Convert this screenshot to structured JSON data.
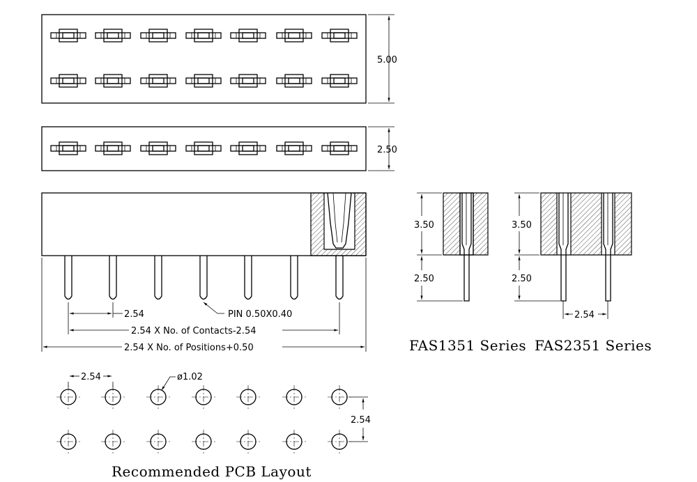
{
  "top_view": {
    "height_dim": "5.00",
    "pins_per_row": 7
  },
  "single_view": {
    "height_dim": "2.50",
    "pins_per_row": 7
  },
  "side_view": {
    "pitch_dim": "2.54",
    "pin_label": "PIN 0.50X0.40",
    "contacts_dim": "2.54 X No. of Contacts-2.54",
    "positions_dim": "2.54 X No. of Positions+0.50"
  },
  "fas1351": {
    "body_dim": "3.50",
    "pin_dim": "2.50",
    "caption": "FAS1351 Series"
  },
  "fas2351": {
    "body_dim": "3.50",
    "pin_dim": "2.50",
    "pitch_dim": "2.54",
    "caption": "FAS2351 Series"
  },
  "pcb": {
    "pitch_dim": "2.54",
    "hole_dim": "ø1.02",
    "row_dim": "2.54",
    "caption": "Recommended PCB Layout"
  }
}
